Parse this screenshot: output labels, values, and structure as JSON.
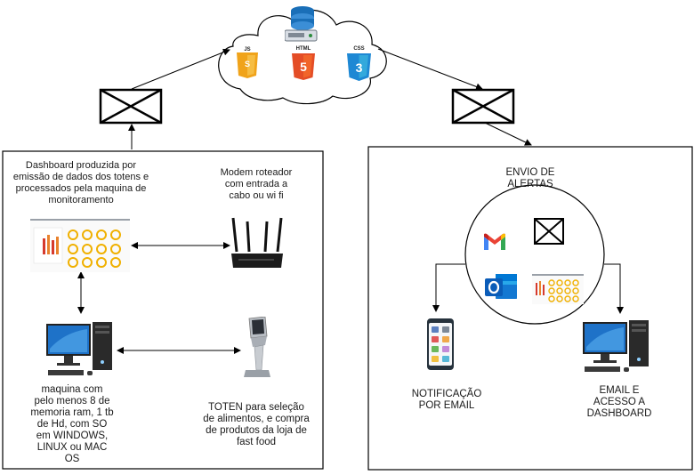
{
  "left_panel": {
    "dashboard_caption": [
      "Dashboard produzida por",
      "emissão de dados dos totens e",
      "processados pela maquina de",
      "monitoramento"
    ],
    "modem_caption": [
      "Modem roteador",
      "com entrada a",
      "cabo ou wi fi"
    ],
    "pc_caption": [
      "maquina com",
      "pelo menos 8 de",
      "memoria ram, 1 tb",
      "de Hd, com SO",
      "em WINDOWS,",
      "LINUX ou MAC",
      "OS"
    ],
    "totem_caption": [
      "TOTEN para seleção",
      "de alimentos, e compra",
      "de produtos da loja de",
      "fast food"
    ]
  },
  "right_panel": {
    "alerts_title": [
      "ENVIO DE",
      "ALERTAS"
    ],
    "notification_caption": [
      "NOTIFICAÇÃO",
      "POR EMAIL"
    ],
    "email_caption": [
      "EMAIL E",
      "ACESSO A",
      "DASHBOARD"
    ]
  },
  "cloud": {
    "icons": [
      "database-icon",
      "js-icon",
      "html5-icon",
      "css3-icon"
    ],
    "badges": {
      "js": "JS",
      "html": "HTML",
      "css": "CSS"
    }
  },
  "colors": {
    "js": "#f0a31a",
    "html": "#e44d26",
    "css": "#1e88d4",
    "db": "#1a6fb8",
    "gmail_red": "#ea4335",
    "outlook": "#0a64c8"
  }
}
